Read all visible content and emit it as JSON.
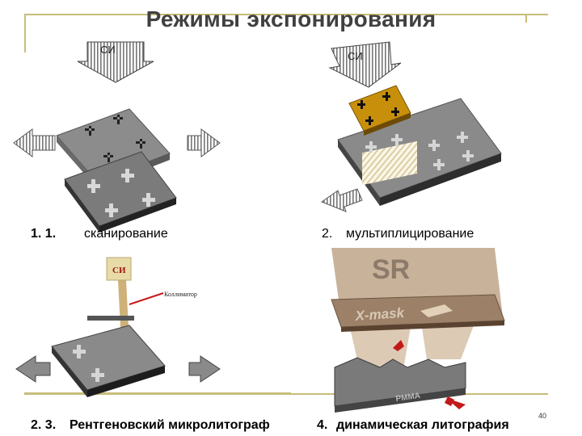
{
  "title": "Режимы экспонирования",
  "panel1": {
    "number": "1. 1.",
    "label": "сканирование",
    "source": "СИ"
  },
  "panel2": {
    "number": "2.",
    "label": "мультиплицирование",
    "source": "СИ"
  },
  "panel3": {
    "number": "2. 3.",
    "label": "Рентгеновский микролитограф",
    "source": "СИ",
    "collimator": "Коллиматор"
  },
  "panel4": {
    "number": "4.",
    "label": "динамическая литография",
    "sr_text": "SR",
    "mask_text": "X-mask",
    "resist_text": "PMMA"
  },
  "page_number": "40",
  "colors": {
    "frame": "#c8bd7a",
    "mask_gold": "#c8900a",
    "beam": "#c8a96a",
    "gray": "#8a8a8a"
  }
}
